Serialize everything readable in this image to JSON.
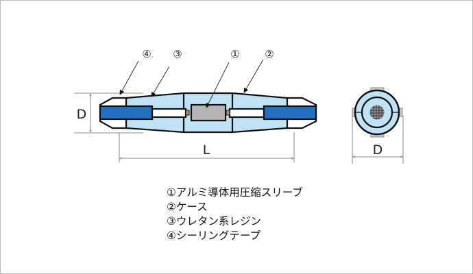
{
  "callouts": {
    "c1": "①",
    "c2": "②",
    "c3": "③",
    "c4": "④"
  },
  "dimensions": {
    "diameter": "D",
    "length": "L",
    "end_diameter": "D"
  },
  "legend": [
    "①アルミ導体用圧縮スリーブ",
    "②ケース",
    "③ウレタン系レジン",
    "④シーリングテープ"
  ],
  "colors": {
    "cable": "#2470c0",
    "resin": "#bfe3f5",
    "sleeve": "#b4b4b4",
    "outline": "#111111"
  }
}
